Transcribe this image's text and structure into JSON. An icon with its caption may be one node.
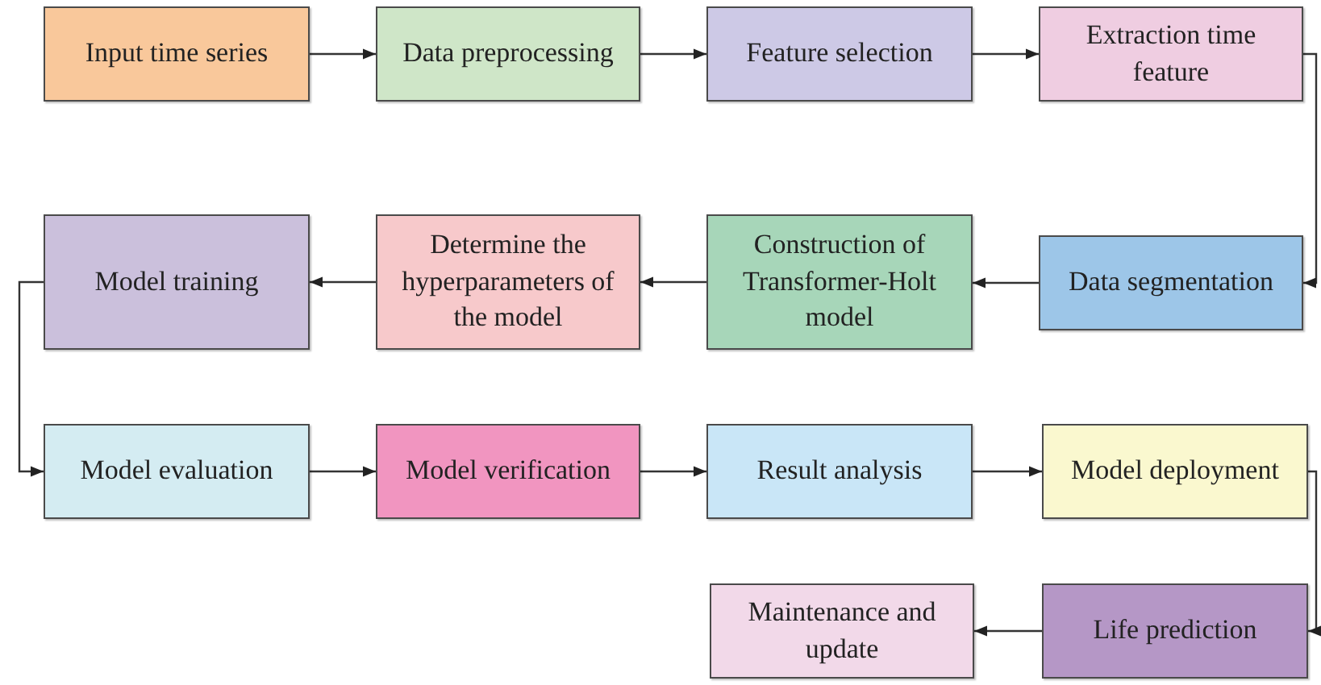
{
  "diagram": {
    "nodes": [
      {
        "text": [
          "Input time series"
        ]
      },
      {
        "text": [
          "Data preprocessing"
        ]
      },
      {
        "text": [
          "Feature selection"
        ]
      },
      {
        "text": [
          "Extraction time feature"
        ]
      },
      {
        "text": [
          "Model training"
        ]
      },
      {
        "text": [
          "Determine the hyperparameters of the model"
        ]
      },
      {
        "text": [
          "Construction of Transformer-Holt model"
        ]
      },
      {
        "text": [
          "Data segmentation"
        ]
      },
      {
        "text": [
          "Model evaluation"
        ]
      },
      {
        "text": [
          "Model verification"
        ]
      },
      {
        "text": [
          "Result analysis"
        ]
      },
      {
        "text": [
          "Model deployment"
        ]
      },
      {
        "text": [
          "Maintenance and update"
        ]
      },
      {
        "text": [
          "Life prediction"
        ]
      }
    ],
    "edges": [
      {
        "from": 0,
        "to": 1,
        "arrow": "to"
      },
      {
        "from": 1,
        "to": 2,
        "arrow": "to"
      },
      {
        "from": 2,
        "to": 3,
        "arrow": "to"
      },
      {
        "from": 3,
        "to": 7,
        "arrow": "to"
      },
      {
        "from": 7,
        "to": 6,
        "arrow": "to"
      },
      {
        "from": 6,
        "to": 5,
        "arrow": "to"
      },
      {
        "from": 5,
        "to": 4,
        "arrow": "to"
      },
      {
        "from": 4,
        "to": 8,
        "arrow": "to"
      },
      {
        "from": 8,
        "to": 9,
        "arrow": "to"
      },
      {
        "from": 9,
        "to": 10,
        "arrow": "to"
      },
      {
        "from": 10,
        "to": 11,
        "arrow": "to"
      },
      {
        "from": 11,
        "to": 13,
        "arrow": "to"
      },
      {
        "from": 13,
        "to": 12,
        "arrow": "to"
      }
    ]
  }
}
